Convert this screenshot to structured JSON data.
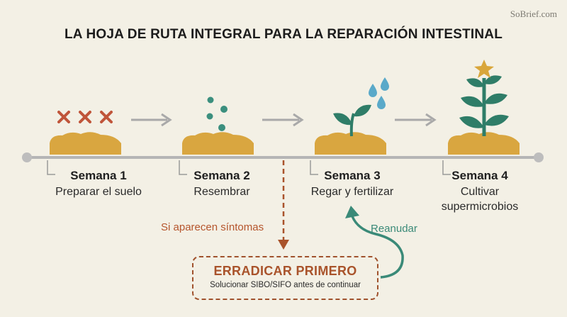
{
  "watermark": "SoBrief.com",
  "title": "LA HOJA DE RUTA INTEGRAL PARA LA REPARACIÓN INTESTINAL",
  "weeks": [
    {
      "label": "Semana 1",
      "desc": "Preparar el suelo"
    },
    {
      "label": "Semana 2",
      "desc": "Resembrar"
    },
    {
      "label": "Semana 3",
      "desc": "Regar y fertilizar"
    },
    {
      "label": "Semana 4",
      "desc": "Cultivar supermicrobios"
    }
  ],
  "branch": {
    "trigger": "Si aparecen síntomas",
    "box_title": "ERRADICAR PRIMERO",
    "box_subtitle": "Solucionar SIBO/SIFO antes de continuar",
    "return_label": "Reanudar"
  },
  "colors": {
    "background": "#f3f0e5",
    "soil": "#d9a640",
    "x_marks": "#c0553a",
    "seeds": "#3b8f7e",
    "plant": "#2f7d68",
    "water": "#5aa9c9",
    "star": "#d9a63a",
    "timeline": "#b5b5b5",
    "arrow": "#a9a9a9",
    "warning": "#a9532b",
    "resume": "#3a8a78"
  },
  "icons": [
    "x-marks-icon",
    "seeds-icon",
    "sprout-icon",
    "water-drops-icon",
    "plant-icon",
    "star-icon"
  ]
}
